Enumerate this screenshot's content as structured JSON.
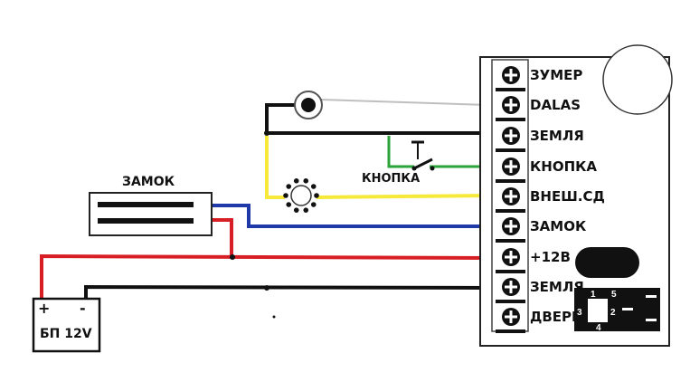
{
  "colors": {
    "wire_black": "#111111",
    "wire_red": "#d81e25",
    "wire_blue": "#1f3aa8",
    "wire_yellow": "#f6e93a",
    "wire_green": "#2aa33a",
    "wire_grey": "#bfbfbf"
  },
  "lock": {
    "title": "ЗАМОК"
  },
  "button": {
    "label": "КНОПКА"
  },
  "power_supply": {
    "plus": "+",
    "minus": "-",
    "label": "БП 12V"
  },
  "controller": {
    "terminals": [
      {
        "label": "ЗУМЕР"
      },
      {
        "label": "DALAS"
      },
      {
        "label": "ЗЕМЛЯ"
      },
      {
        "label": "КНОПКА"
      },
      {
        "label": "ВНЕШ.СД"
      },
      {
        "label": "ЗАМОК"
      },
      {
        "label": "+12В"
      },
      {
        "label": "ЗЕМЛЯ"
      },
      {
        "label": "ДВЕРЬ"
      }
    ],
    "jumper_pins": [
      "1",
      "2",
      "3",
      "4",
      "5"
    ]
  }
}
